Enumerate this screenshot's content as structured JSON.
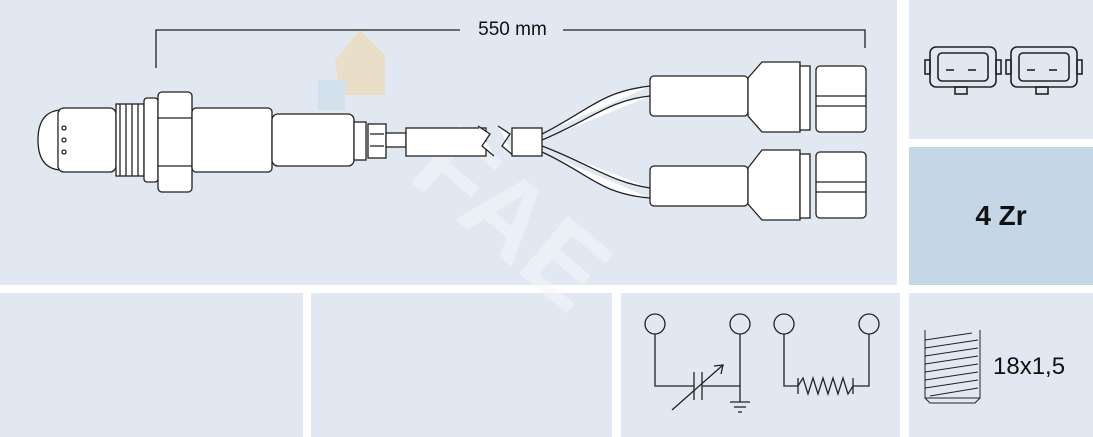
{
  "product": {
    "cable_length": "550 mm",
    "sensor_type": "4 Zr",
    "thread": "18x1,5",
    "watermark": "FAE"
  },
  "colors": {
    "panel": "#e1e8f1",
    "highlight_panel": "#c5d6e6",
    "line": "#222222"
  },
  "icons": [
    "oxygen-sensor-drawing",
    "connector-icon",
    "connector-icon",
    "variable-capacitor-circuit-icon",
    "heater-resistor-circuit-icon",
    "thread-icon"
  ]
}
